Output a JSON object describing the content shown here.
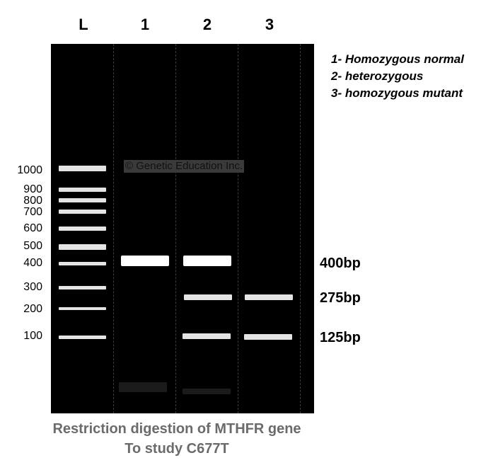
{
  "lane_headers": [
    "L",
    "1",
    "2",
    "3"
  ],
  "legend": [
    "1- Homozygous normal",
    "2- heterozygous",
    "3- homozygous mutant"
  ],
  "ladder_labels": [
    "1000",
    "900",
    "800",
    "700",
    "600",
    "500",
    "400",
    "300",
    "200",
    "100"
  ],
  "band_labels": [
    "400bp",
    "275bp",
    "125bp"
  ],
  "watermark": "© Genetic Education Inc.",
  "caption": {
    "line1": "Restriction digestion of MTHFR gene",
    "line2": "To study C677T"
  },
  "colors": {
    "gel": "#000000",
    "band": "#ffffff",
    "caption": "#6b6b6b"
  }
}
